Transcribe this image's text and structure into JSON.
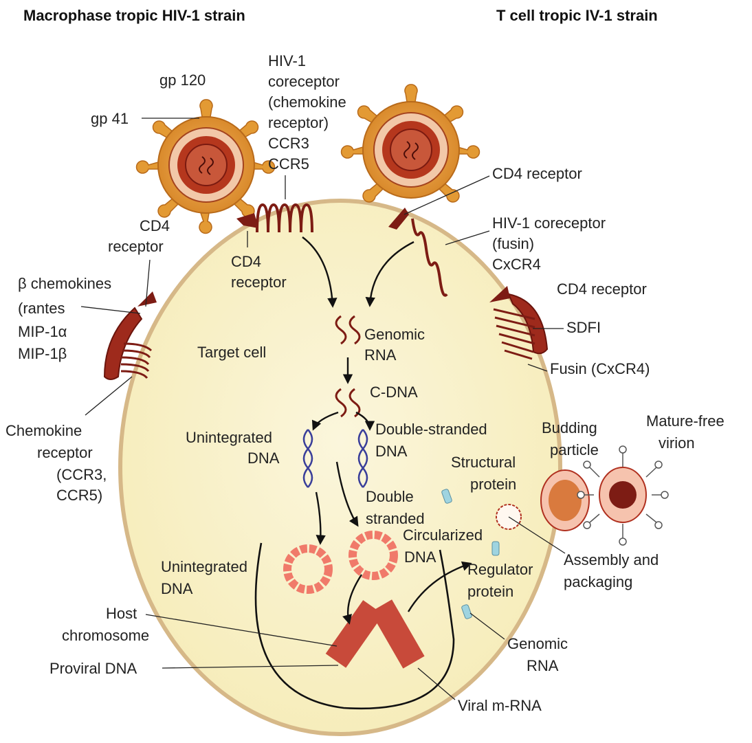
{
  "headers": {
    "left": "Macrophase tropic HIV-1 strain",
    "right": "T cell tropic IV-1 strain"
  },
  "labels": {
    "gp120": "gp 120",
    "gp41": "gp 41",
    "coreceptor_left": [
      "HIV-1",
      "coreceptor",
      "(chemokine",
      "receptor)",
      "CCR3",
      "CCR5"
    ],
    "cd4_receptor_top_right": "CD4 receptor",
    "hiv_coreceptor_right": [
      "HIV-1 coreceptor",
      "(fusin)",
      "CxCR4"
    ],
    "cd4_receptor_left": [
      "CD4",
      "receptor"
    ],
    "cd4_receptor_inner": [
      "CD4",
      "receptor"
    ],
    "beta_chemokines": [
      "β chemokines",
      "(rantes",
      "MIP-1α",
      "MIP-1β"
    ],
    "target_cell": "Target cell",
    "genomic_rna_center": [
      "Genomic",
      "RNA"
    ],
    "cd4_receptor_right": "CD4 receptor",
    "sdfi": "SDFI",
    "fusin": "Fusin (CxCR4)",
    "c_dna": "C-DNA",
    "unintegrated_dna_top": [
      "Unintegrated",
      "DNA"
    ],
    "double_stranded_dna_top": [
      "Double-stranded",
      "DNA"
    ],
    "chemokine_receptor": [
      "Chemokine",
      "receptor",
      "(CCR3,",
      "CCR5)"
    ],
    "budding_particle": [
      "Budding",
      "particle"
    ],
    "mature_free_virion": [
      "Mature-free",
      "virion"
    ],
    "structural_protein": [
      "Structural",
      "protein"
    ],
    "double_stranded_circularized": [
      "Double",
      "stranded",
      "Circularized",
      "DNA"
    ],
    "assembly_packaging": [
      "Assembly and",
      "packaging"
    ],
    "unintegrated_dna_bottom": [
      "Unintegrated",
      "DNA"
    ],
    "regulator_protein": [
      "Regulator",
      "protein"
    ],
    "host_chromosome": [
      "Host",
      "chromosome"
    ],
    "genomic_rna_bottom": [
      "Genomic",
      "RNA"
    ],
    "proviral_dna": "Proviral DNA",
    "viral_mrna": "Viral m-RNA"
  },
  "colors": {
    "cell_fill": "#f8f0c4",
    "cell_border": "#d7b98a",
    "virus_spikes": "#e9a53c",
    "virus_core": "#8e2318",
    "receptor_dark": "#7d1c14",
    "dna_blue": "#3a3f9a",
    "ring_salmon": "#f07a6a",
    "chromosome": "#c84a3a"
  }
}
